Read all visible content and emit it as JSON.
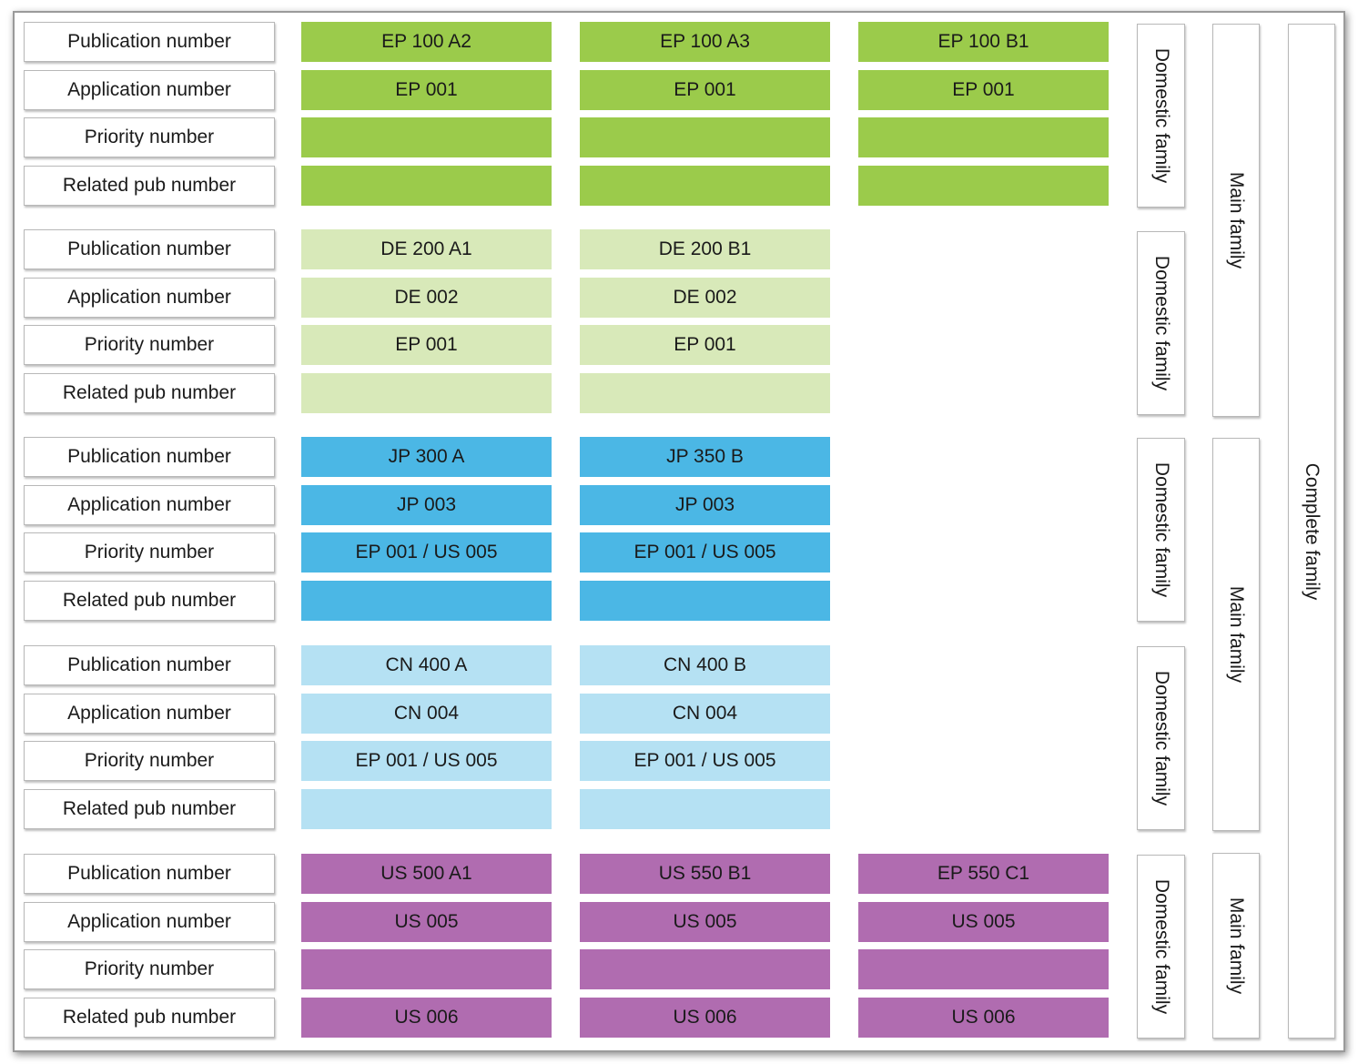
{
  "row_labels": [
    "Publication number",
    "Application number",
    "Priority number",
    "Related pub number"
  ],
  "groups": [
    {
      "color": "#9bcb4b",
      "columns": [
        [
          "EP 100 A2",
          "EP 001",
          "",
          ""
        ],
        [
          "EP 100 A3",
          "EP 001",
          "",
          ""
        ],
        [
          "EP 100 B1",
          "EP 001",
          "",
          ""
        ]
      ]
    },
    {
      "color": "#d8e9b9",
      "columns": [
        [
          "DE 200 A1",
          "DE 002",
          "EP 001",
          ""
        ],
        [
          "DE 200 B1",
          "DE 002",
          "EP 001",
          ""
        ]
      ]
    },
    {
      "color": "#4bb7e5",
      "columns": [
        [
          "JP 300 A",
          "JP 003",
          "EP 001 / US 005",
          ""
        ],
        [
          "JP 350 B",
          "JP 003",
          "EP 001 / US 005",
          ""
        ]
      ]
    },
    {
      "color": "#b5e1f3",
      "columns": [
        [
          "CN 400 A",
          "CN 004",
          "EP 001 / US 005",
          ""
        ],
        [
          "CN 400 B",
          "CN 004",
          "EP 001 / US 005",
          ""
        ]
      ]
    },
    {
      "color": "#b06cb0",
      "columns": [
        [
          "US 500 A1",
          "US 005",
          "",
          "US 006"
        ],
        [
          "US 550 B1",
          "US 005",
          "",
          "US 006"
        ],
        [
          "EP 550 C1",
          "US 005",
          "",
          "US 006"
        ]
      ]
    }
  ],
  "domestic_family_label": "Domestic family",
  "main_family_label": "Main family",
  "complete_family_label": "Complete family"
}
